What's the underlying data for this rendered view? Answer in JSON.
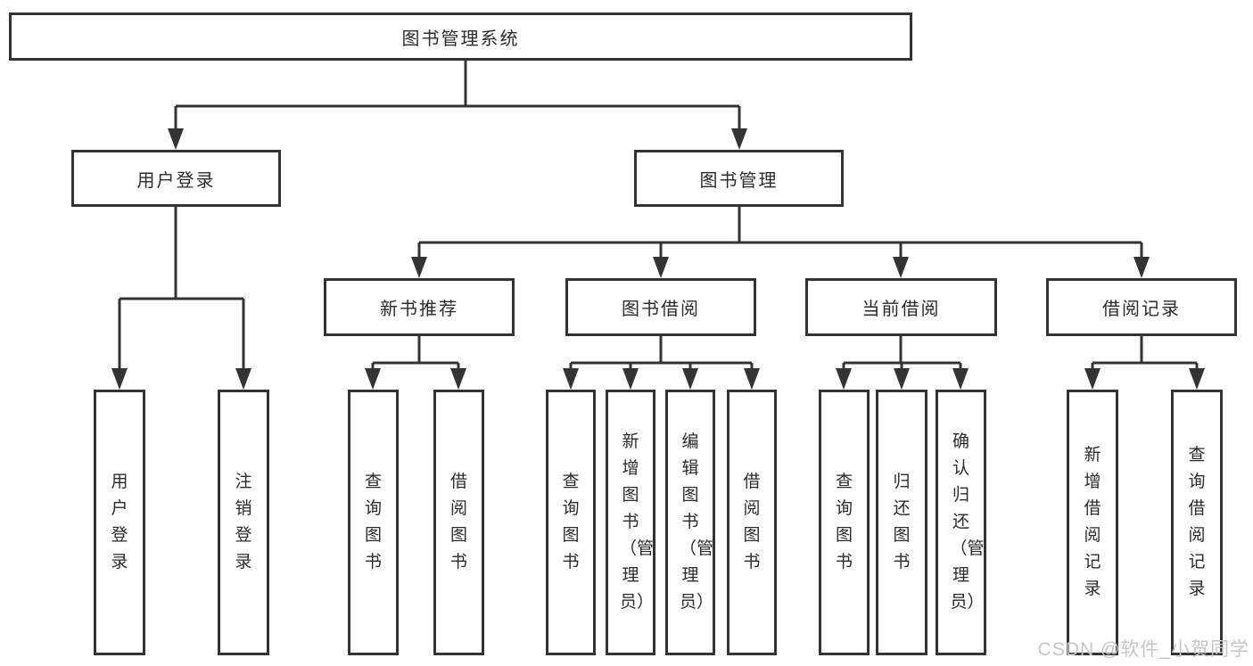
{
  "nodes": {
    "root": "图书管理系统",
    "user_login": "用户登录",
    "book_mgmt": "图书管理",
    "new_book": "新书推荐",
    "book_borrow": "图书借阅",
    "current_borrow": "当前借阅",
    "borrow_record": "借阅记录",
    "leaves": {
      "user_login_leaf": "用户登录",
      "logout": "注销登录",
      "nb_query": "查询图书",
      "nb_borrow": "借阅图书",
      "bb_query": "查询图书",
      "bb_add": "新增图书（管理员）",
      "bb_edit": "编辑图书（管理员）",
      "bb_borrow": "借阅图书",
      "cb_query": "查询图书",
      "cb_return": "归还图书",
      "cb_confirm": "确认归还（管理员）",
      "br_add": "新增借阅记录",
      "br_query": "查询借阅记录"
    }
  },
  "watermark": "CSDN @软件_小贺同学",
  "colors": {
    "line": "#333333",
    "text": "#2b2b2b",
    "background": "#ffffff",
    "watermark": "#c5c5c5"
  }
}
